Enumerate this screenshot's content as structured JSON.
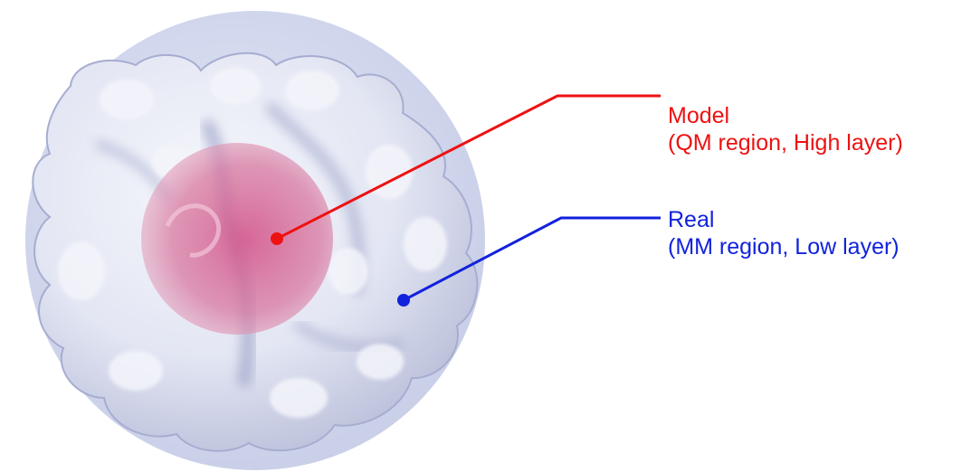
{
  "labels": {
    "model": {
      "title": "Model",
      "subtitle": "(QM region, High layer)"
    },
    "real": {
      "title": "Real",
      "subtitle": "(MM region, Low layer)"
    }
  },
  "colors": {
    "model": "#ee1111",
    "real": "#1122dd",
    "outer_sphere": "#d6dbef",
    "protein_surface": "#e8eaf5",
    "protein_shadow": "#9aa0c8",
    "qm_sphere": "#d86a96"
  }
}
